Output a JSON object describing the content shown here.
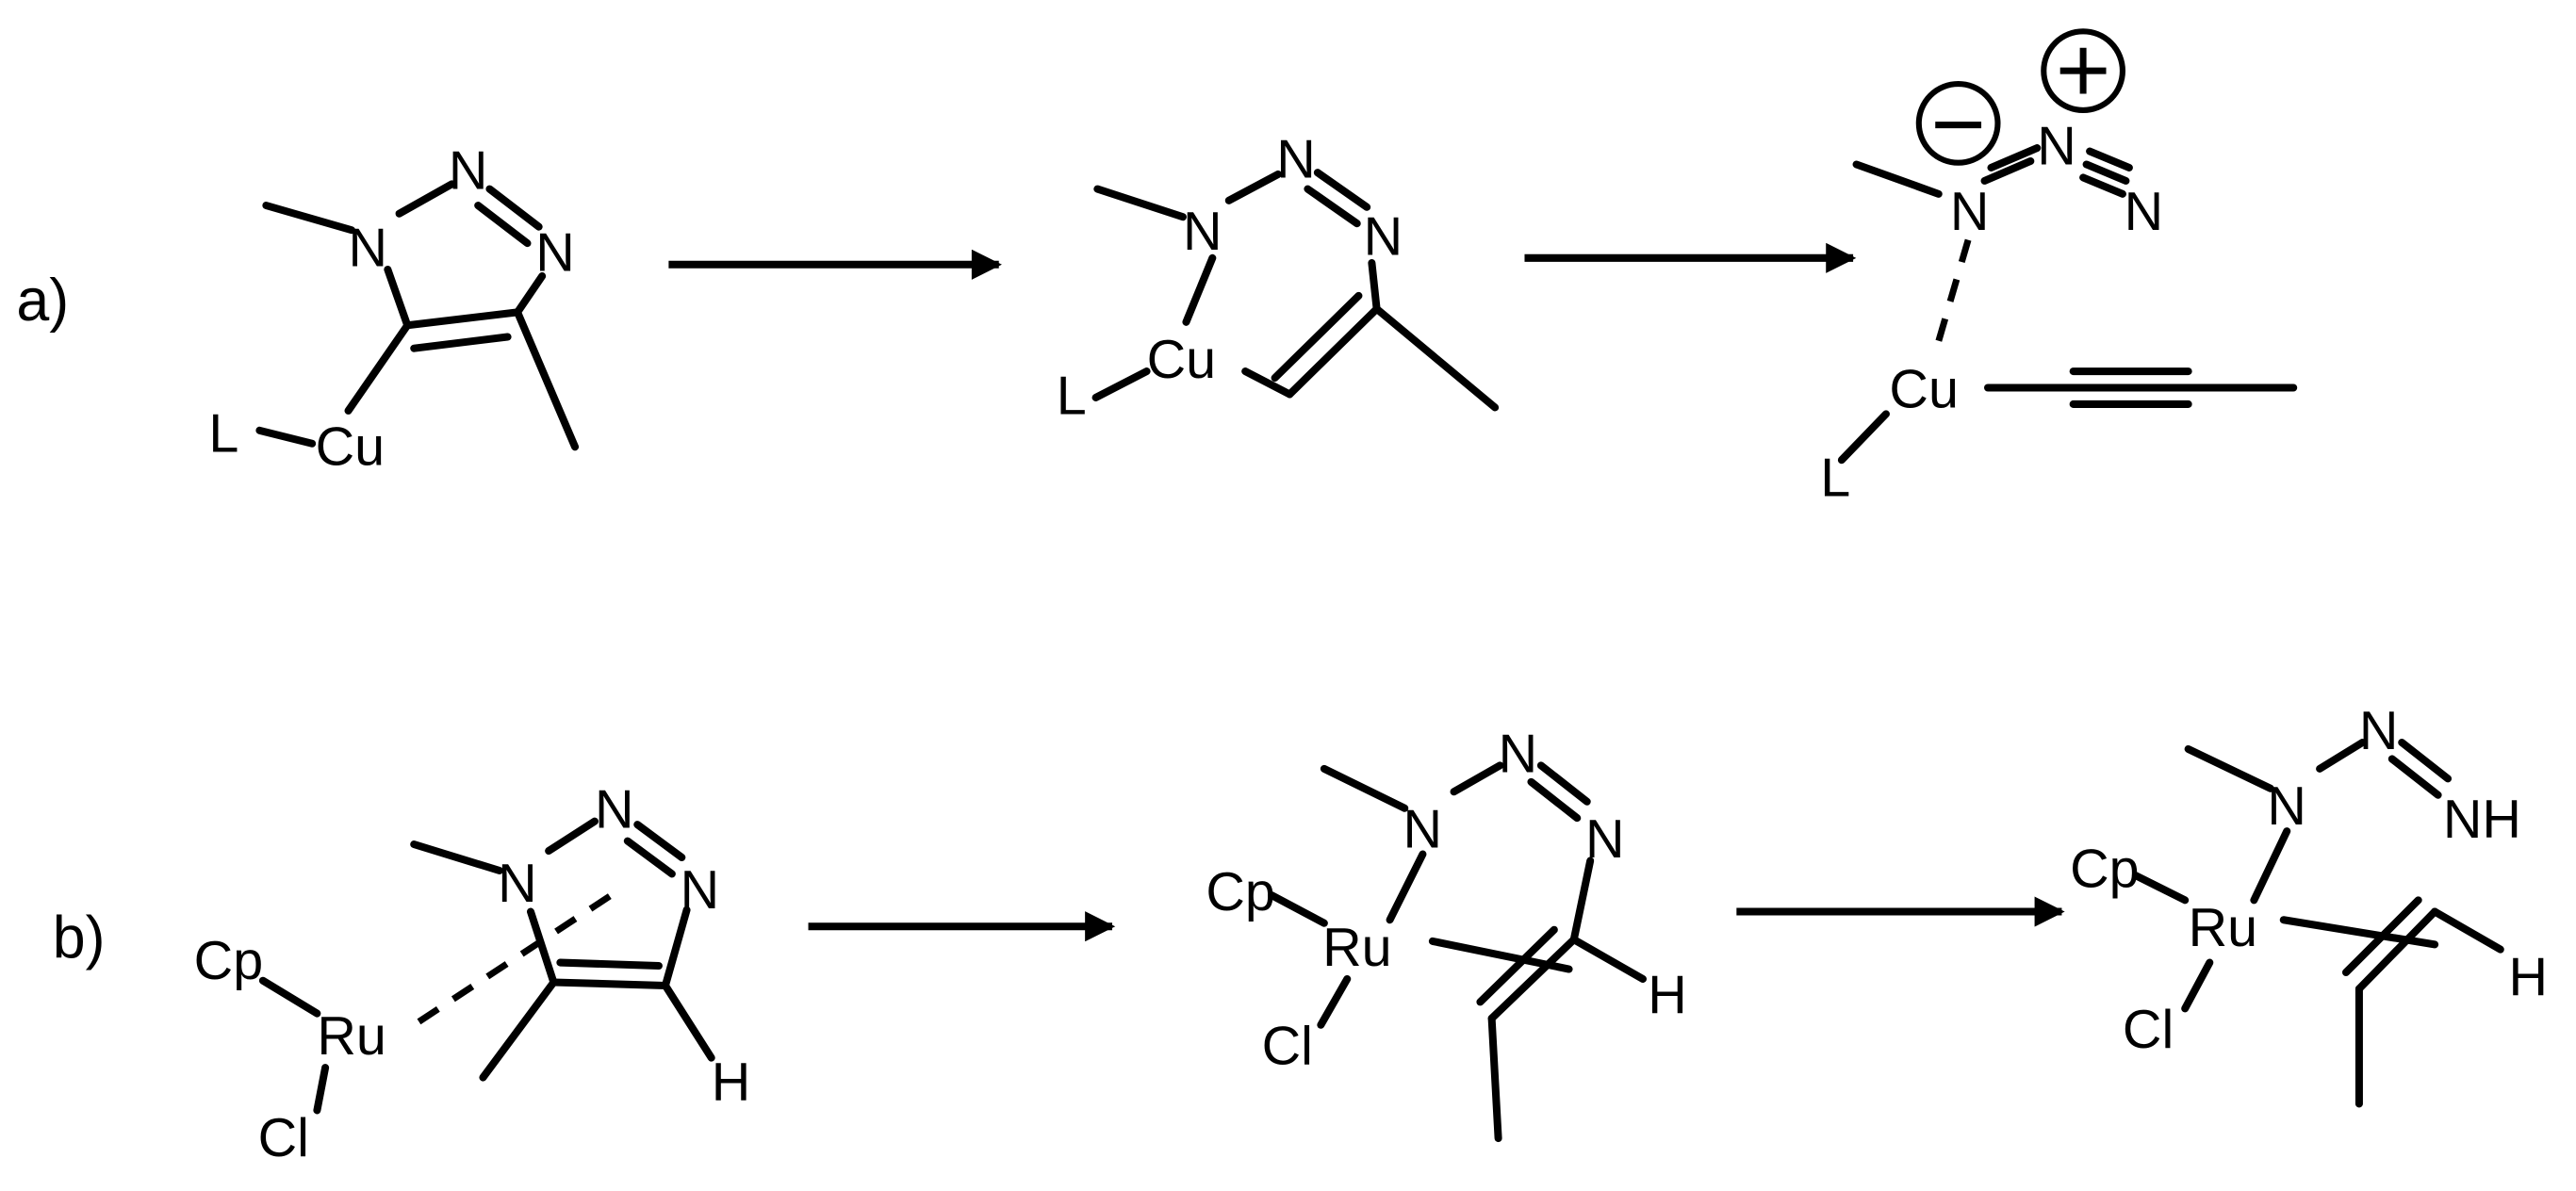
{
  "panels": {
    "a": {
      "label": "a)",
      "step1": {
        "atoms": {
          "n1": "N",
          "n2": "N",
          "n3": "N",
          "l": "L",
          "cu": "Cu"
        }
      },
      "step2": {
        "atoms": {
          "n1": "N",
          "n2": "N",
          "n3": "N",
          "l": "L",
          "cu": "Cu"
        }
      },
      "step3": {
        "atoms": {
          "n1": "N",
          "n2": "N",
          "n3": "N",
          "l": "L",
          "cu": "Cu"
        },
        "charges": {
          "negative": "−",
          "positive": "+"
        }
      }
    },
    "b": {
      "label": "b)",
      "step1": {
        "atoms": {
          "n1": "N",
          "n2": "N",
          "n3": "N",
          "cp": "Cp",
          "ru": "Ru",
          "cl": "Cl",
          "h": "H"
        }
      },
      "step2": {
        "atoms": {
          "n1": "N",
          "n2": "N",
          "n3": "N",
          "cp": "Cp",
          "ru": "Ru",
          "cl": "Cl",
          "h": "H"
        }
      },
      "step3": {
        "atoms": {
          "n1": "N",
          "n2": "N",
          "nh": "NH",
          "cp": "Cp",
          "ru": "Ru",
          "cl": "Cl",
          "h": "H"
        }
      }
    }
  },
  "arrow_count": 4
}
